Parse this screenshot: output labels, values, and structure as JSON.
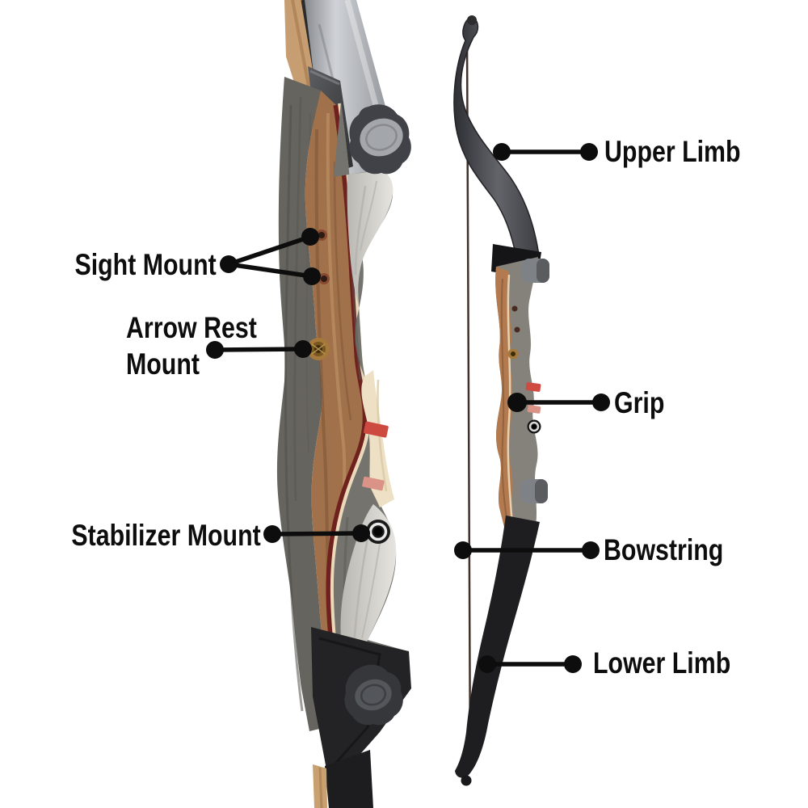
{
  "diagram": {
    "subject": "takedown recurve bow parts diagram",
    "views": {
      "left": "riser close-up",
      "right": "full bow profile"
    },
    "labels": {
      "sight_mount": "Sight Mount",
      "arrow_rest_line1": "Arrow Rest",
      "arrow_rest_line2": "Mount",
      "stabilizer_mount": "Stabilizer Mount",
      "upper_limb": "Upper Limb",
      "grip": "Grip",
      "bowstring": "Bowstring",
      "lower_limb": "Lower Limb"
    }
  },
  "colors": {
    "background": "#ffffff",
    "label_text": "#0d0d0d",
    "callout_line": "#0d0d0d",
    "limb_gray": "#9a9da3",
    "limb_black": "#1e1e20",
    "riser_gray_wood": "#73716b",
    "riser_brown_wood": "#a0714a",
    "accent_maroon": "#6e211d",
    "accent_cream": "#ecd9ba",
    "accent_red_stripe": "#cc4a40",
    "brass_insert": "#a5793c",
    "white_wood": "#dcdbd6",
    "bowstring": "#42302a"
  }
}
